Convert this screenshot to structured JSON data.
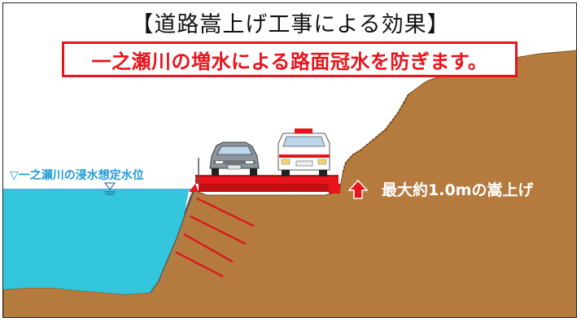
{
  "title": "【道路嵩上げ工事による効果】",
  "notice": "一之瀬川の増水による路面冠水を防ぎます。",
  "water_level_label": "▽一之瀬川の浸水想定水位",
  "raise_label": "最大約1.0mの嵩上げ",
  "colors": {
    "sky": "#ffffff",
    "earth": "#b57a3e",
    "earth_dark": "#8a5a2a",
    "water": "#33c6dd",
    "water_line": "#1e9ad6",
    "road": "#e8141b",
    "arrow": "#e8141b",
    "notice_border": "#e8141b"
  },
  "icons": [
    "sedan-car-icon",
    "ambulance-icon",
    "up-arrow-icon",
    "water-level-marker-icon"
  ]
}
